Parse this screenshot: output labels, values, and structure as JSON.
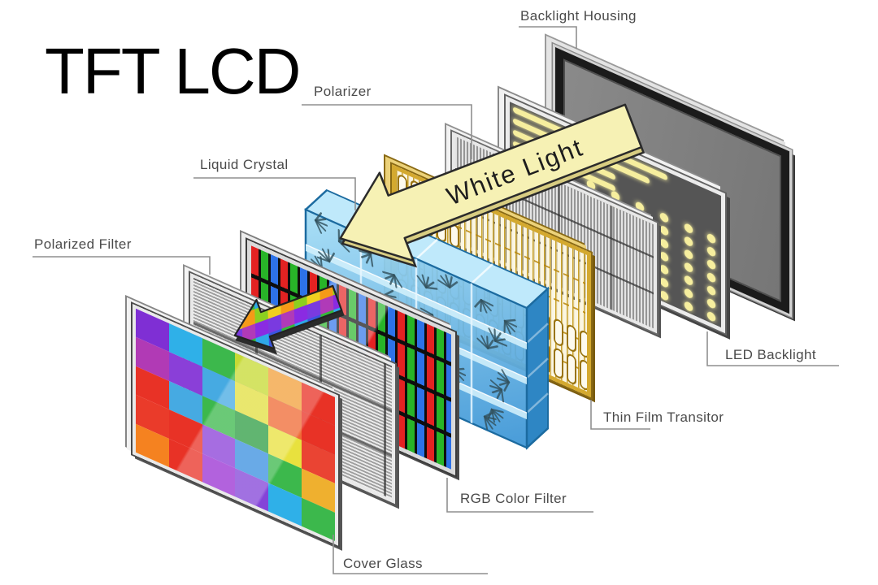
{
  "title": "TFT LCD",
  "labels": {
    "backlight_housing": "Backlight Housing",
    "polarizer": "Polarizer",
    "liquid_crystal": "Liquid Crystal",
    "polarized_filter": "Polarized Filter",
    "led_backlight": "LED Backlight",
    "thin_film_transistor": "Thin Film Transitor",
    "rgb_color_filter": "RGB Color Filter",
    "cover_glass": "Cover Glass"
  },
  "arrows": {
    "white_light": {
      "label": "White Light",
      "fill": "#f6f1b4",
      "edge": "#d8cd82"
    },
    "rgb_light": {
      "colors": [
        "#8a2be2",
        "#7a3ae0",
        "#b03ab8",
        "#2fa8e8",
        "#3a55e0",
        "#35b83a",
        "#8cd020",
        "#f0d020",
        "#f59a18"
      ]
    }
  },
  "colors": {
    "title": "#000000",
    "label": "#4a4a4a",
    "line": "#8f8f8f",
    "rgb_stripes": [
      "#e32222",
      "#28b428",
      "#2d72e8"
    ],
    "tft_gold": "#c9a22c",
    "tft_frame": "#d4a92f",
    "tft_slot_stroke": "#9a7410",
    "led_panel": "#555555",
    "led_glow": "#f6ee9e",
    "housing_gray": "#7d7d7d",
    "lc_blue_light": "#a6def6",
    "lc_blue_dark": "#3e96d6",
    "lc_side": "#2e86c4",
    "lc_cap": "#bfe9fb",
    "lc_mark": "#33525e"
  },
  "cover_glass_grid": [
    [
      "#7f2fd4",
      "#2fb0e8",
      "#3cb84c",
      "#c6da34",
      "#f2a13c",
      "#e83226"
    ],
    [
      "#b13ab5",
      "#8a3fd8",
      "#46aae2",
      "#e2df40",
      "#ef6a35",
      "#e83226"
    ],
    [
      "#e83226",
      "#46aae2",
      "#3cb84c",
      "#2f9e44",
      "#e8e13e",
      "#ea4433"
    ],
    [
      "#ea3b2a",
      "#e83226",
      "#8a3fd8",
      "#3a8fe0",
      "#3cb84c",
      "#efb02f"
    ],
    [
      "#f58220",
      "#e83226",
      "#9a30d2",
      "#8444d8",
      "#2fb0e8",
      "#3cb84c"
    ]
  ]
}
